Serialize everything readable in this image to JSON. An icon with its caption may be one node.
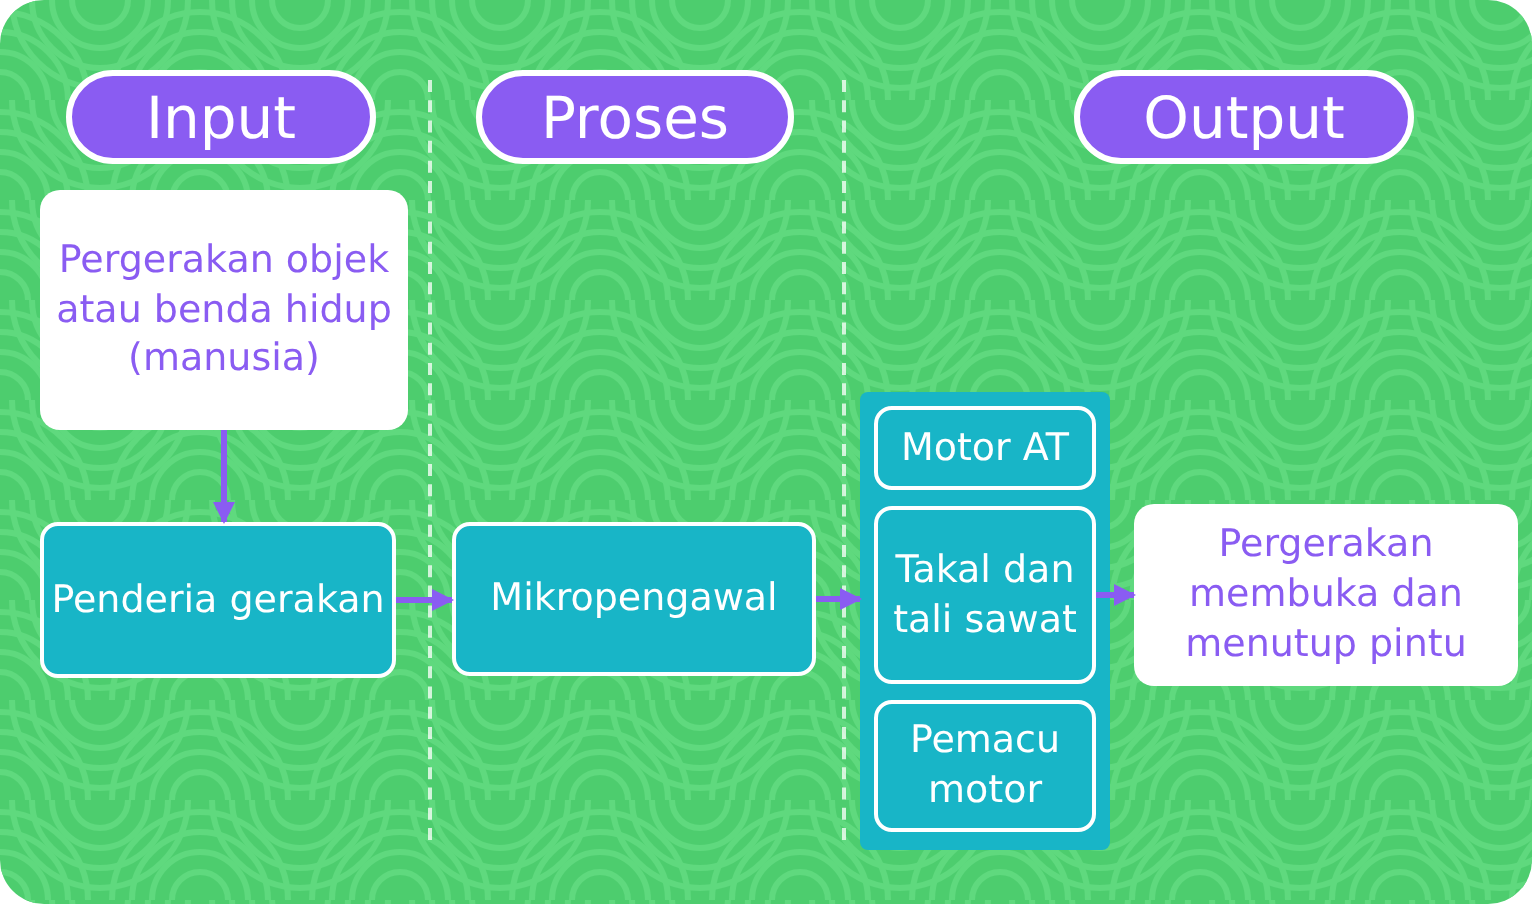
{
  "diagram": {
    "nodes": [
      {
        "text": [
          "Input"
        ]
      },
      {
        "text": [
          "Proses"
        ]
      },
      {
        "text": [
          "Output"
        ]
      },
      {
        "text": [
          "Pergerakan objek atau benda hidup (manusia)"
        ]
      },
      {
        "text": [
          "Penderia gerakan"
        ]
      },
      {
        "text": [
          "Mikropengawal"
        ]
      },
      {
        "text": [],
        "shape": "box"
      },
      {
        "text": [
          "Motor AT"
        ],
        "in": 6
      },
      {
        "text": [
          "Takal dan tali sawat"
        ],
        "in": 6
      },
      {
        "text": [
          "Pemacu motor"
        ],
        "in": 6
      },
      {
        "text": [
          "Pergerakan membuka dan menutup pintu"
        ]
      }
    ],
    "edges": [
      {
        "from": 3,
        "to": 4,
        "arrow": "to"
      },
      {
        "from": 4,
        "to": 5,
        "arrow": "to"
      },
      {
        "from": 5,
        "to": 6,
        "arrow": "to"
      },
      {
        "from": 8,
        "to": 10,
        "arrow": "to"
      }
    ]
  }
}
